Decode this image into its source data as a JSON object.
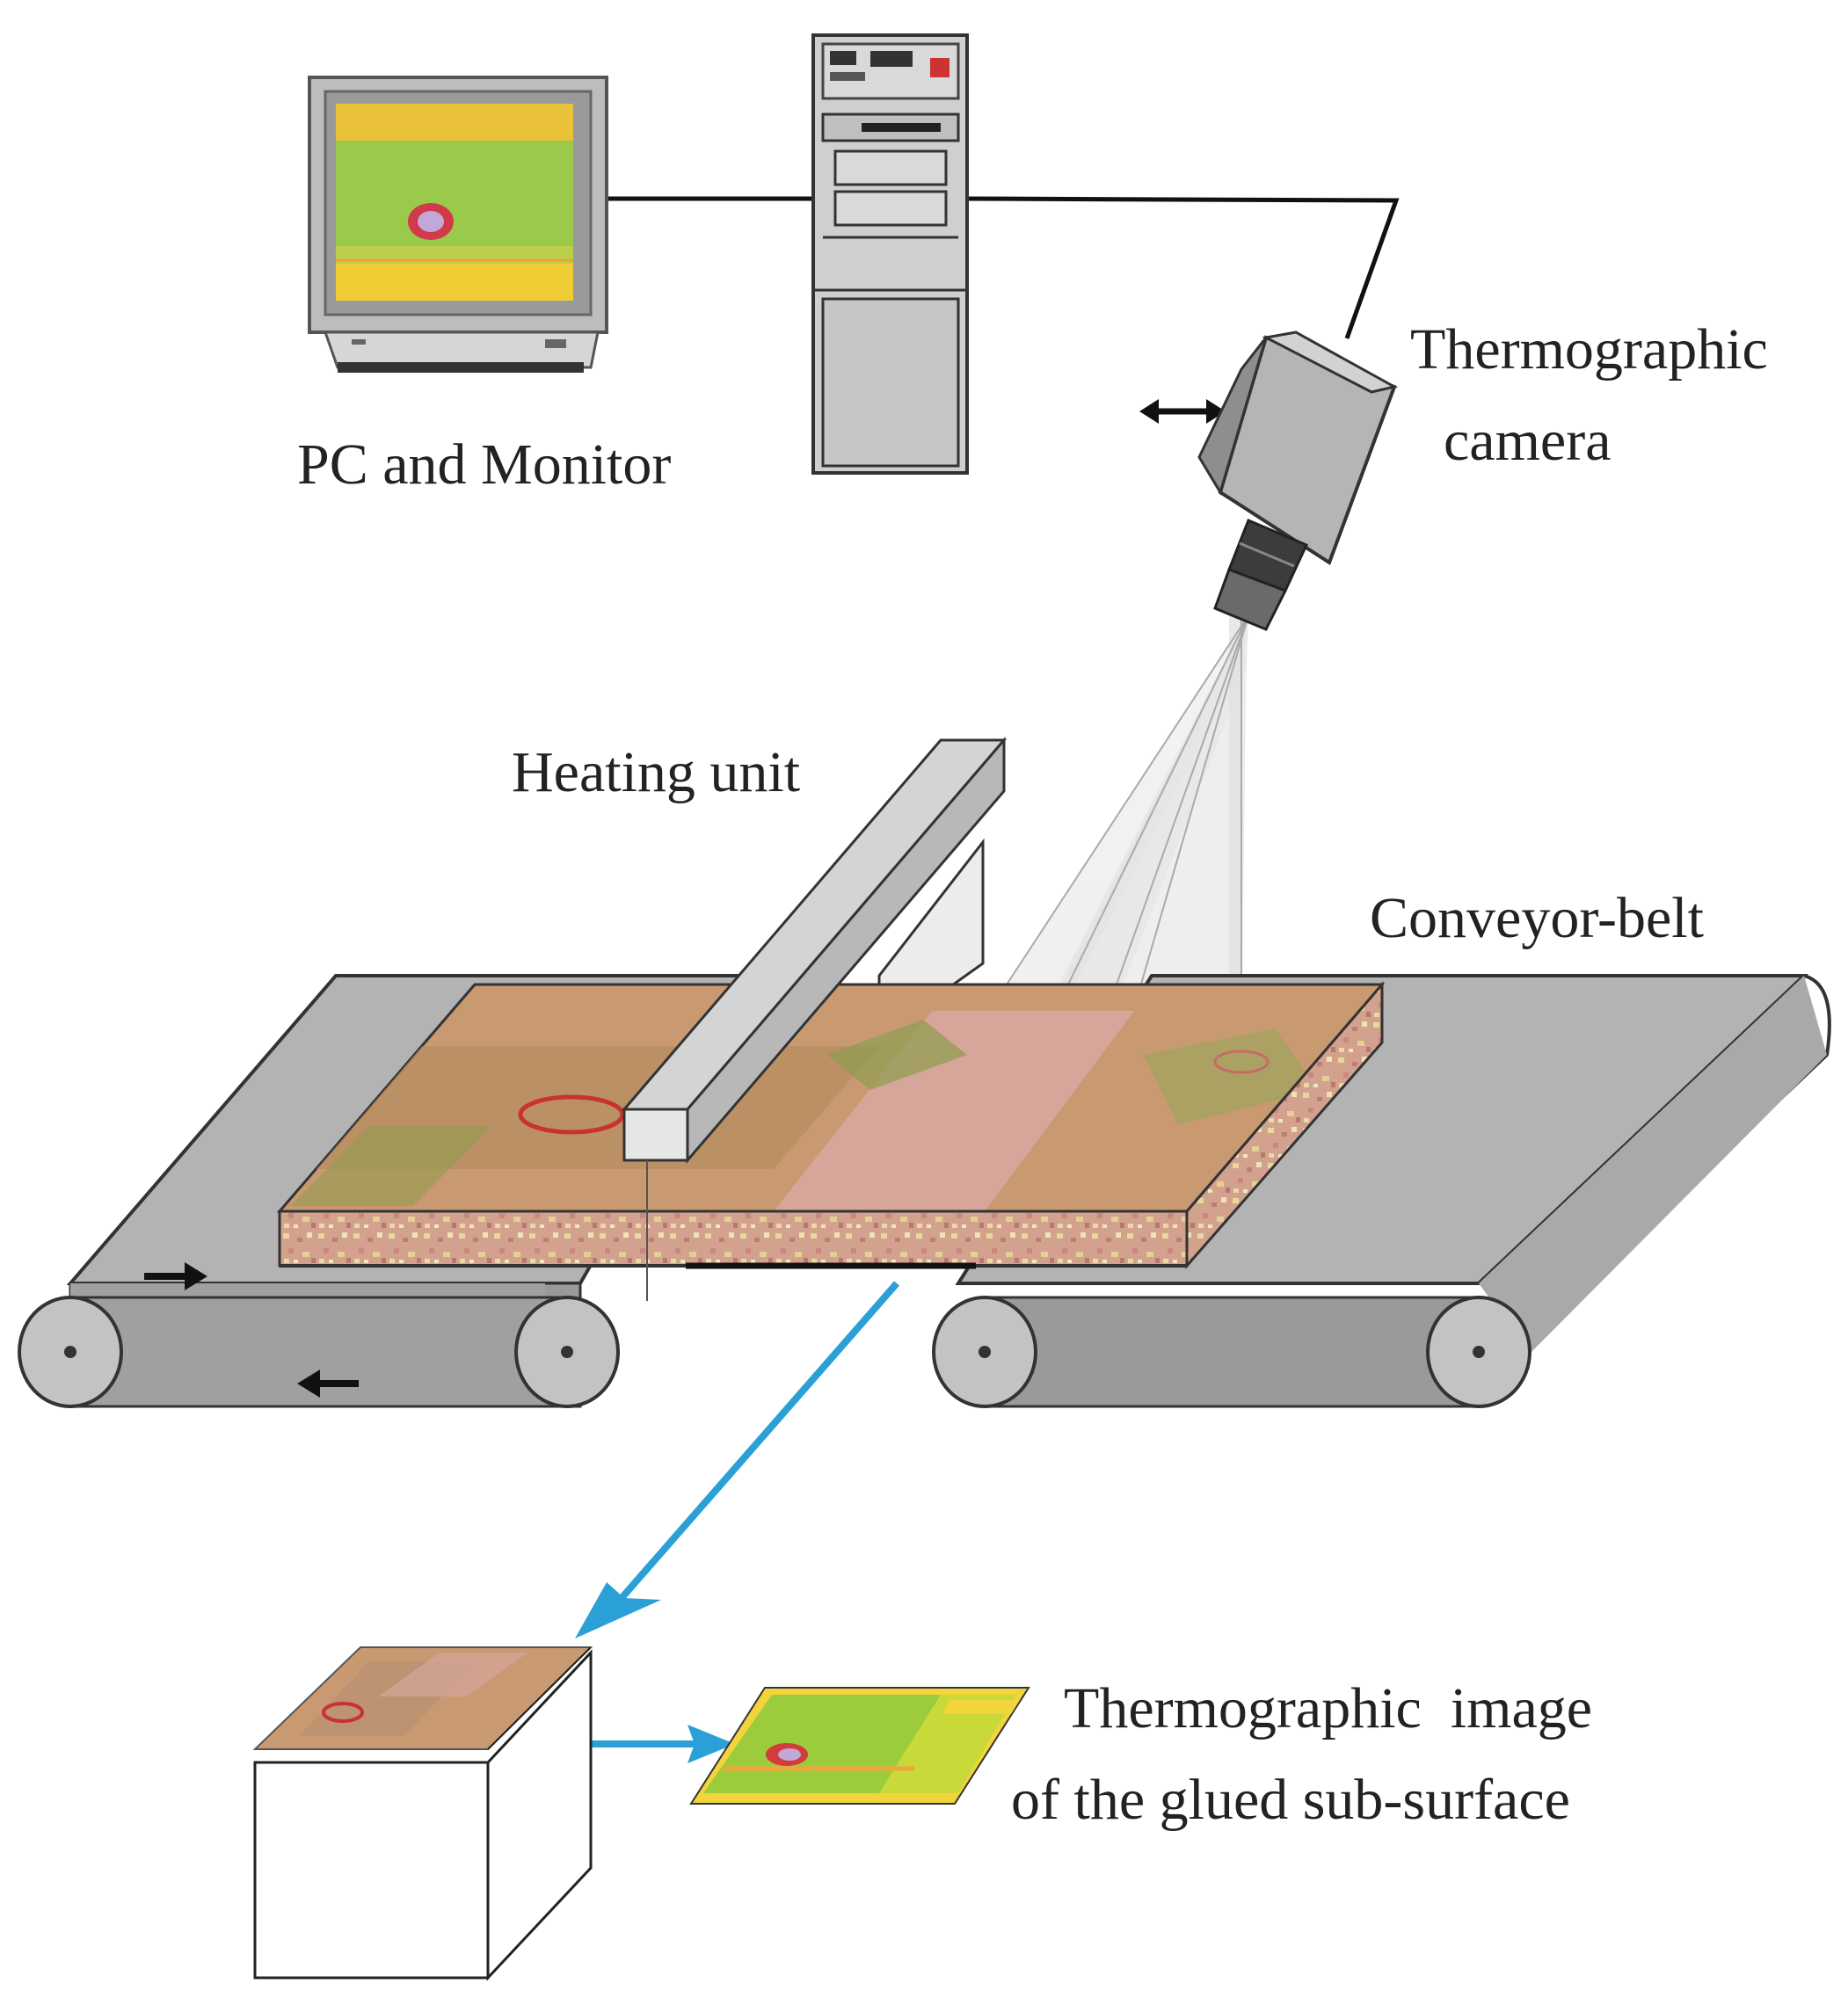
{
  "labels": {
    "pc_monitor": "PC and Monitor",
    "camera_line1": "Thermographic",
    "camera_line2": "camera",
    "heating_unit": "Heating unit",
    "conveyor_belt": "Conveyor-belt",
    "thermo_image_line1": "Thermographic  image",
    "thermo_image_line2": "of the glued sub-surface"
  },
  "colors": {
    "belt": "#b3b3b3",
    "belt_dark": "#8f8f8f",
    "panel_wood": "#c99a72",
    "panel_pink": "#d9a8a2",
    "thermal_green": "#9ccc3c",
    "thermal_yellow": "#f3d43a",
    "hot_spot": "#d23c3c",
    "arrow_blue": "#2aa0d6",
    "heater": "#c8c8c8"
  },
  "icons": [
    "monitor-icon",
    "pc-tower-icon",
    "camera-icon",
    "double-arrow-icon",
    "heater-icon",
    "conveyor-icon",
    "panel-icon",
    "cube-icon",
    "thermal-image-icon",
    "blue-arrow-icon"
  ]
}
